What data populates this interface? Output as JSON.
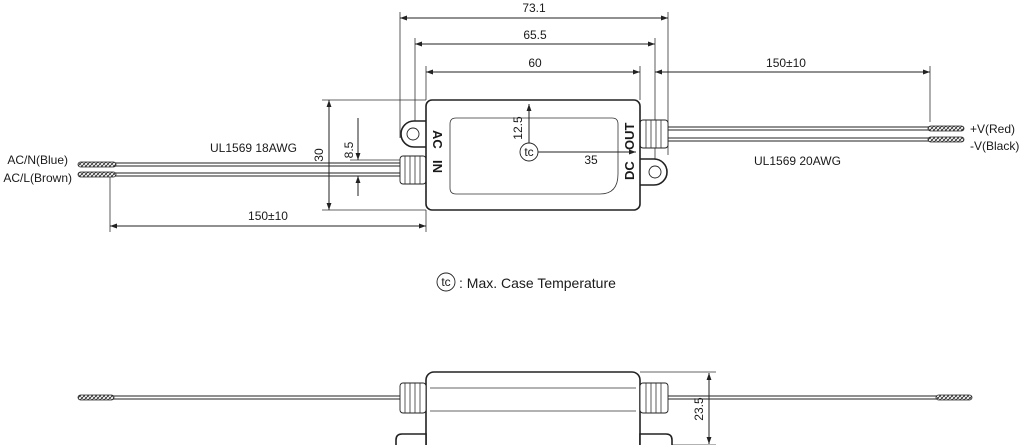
{
  "dimensions": {
    "overall_width": "73.1",
    "mounting_hole_pitch": "65.5",
    "body_length": "60",
    "output_lead_length": "150±10",
    "input_lead_length": "150±10",
    "body_width": "30",
    "input_lead_offset": "8.5",
    "tc_offset_y": "12.5",
    "tc_offset_x": "35",
    "body_height": "23.5"
  },
  "labels": {
    "input_side": "AC",
    "input_side_2": "IN",
    "output_side": "DC",
    "output_side_2": "OUT",
    "input_wire_spec": "UL1569  18AWG",
    "output_wire_spec": "UL1569  20AWG",
    "input_neutral": "AC/N(Blue)",
    "input_line": "AC/L(Brown)",
    "output_positive": "+V(Red)",
    "output_negative": "-V(Black)",
    "tc_symbol": "tc",
    "legend_symbol": "tc",
    "legend_text": ": Max. Case Temperature"
  },
  "colors": {
    "line": "#222222",
    "background": "#ffffff"
  }
}
